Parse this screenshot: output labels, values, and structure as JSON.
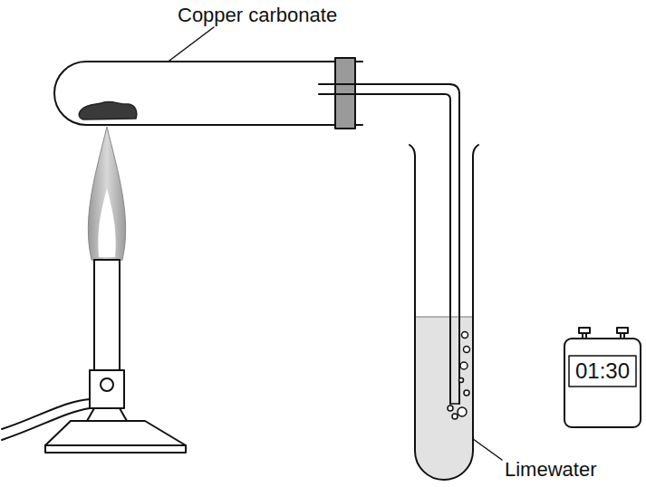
{
  "diagram": {
    "labels": [
      "Copper carbonate",
      "Limewater",
      "01:30"
    ]
  }
}
